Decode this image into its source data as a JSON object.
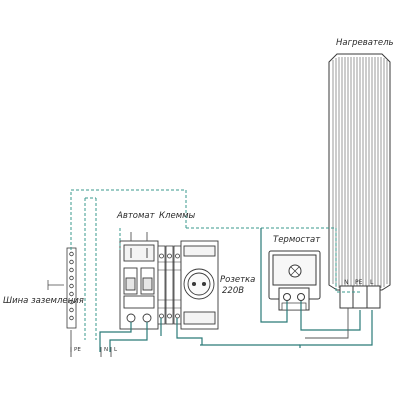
{
  "labels": {
    "heater": "Нагреватель",
    "breaker": "Автомат",
    "terminals": "Клеммы",
    "socket_line1": "Розетка",
    "socket_line2": "220В",
    "thermostat": "Термостат",
    "ground_bus": "Шина заземления"
  },
  "heater_terminals": {
    "n": "N",
    "pe": "PE",
    "l": "L"
  },
  "bottom_terminals": {
    "pe": "PE",
    "n": "N",
    "l": "L"
  },
  "colors": {
    "line": "#3a3a3a",
    "wire_teal": "#2a7a78",
    "wire_dashed": "#3a9a8e",
    "wire_gray": "#444444",
    "fill_device": "#f4f4f4"
  }
}
